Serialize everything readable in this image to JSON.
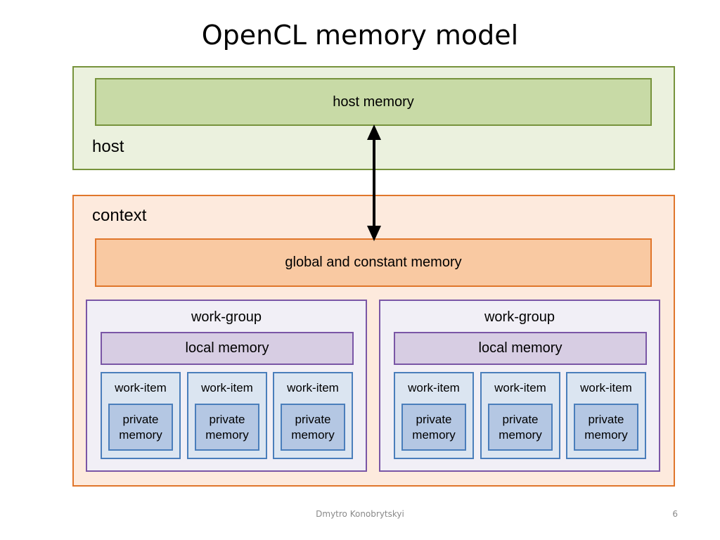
{
  "slide": {
    "title": "OpenCL memory model",
    "footer_author": "Dmytro Konobrytskyi",
    "page_number": "6"
  },
  "diagram": {
    "host": {
      "label": "host",
      "memory": "host memory"
    },
    "context": {
      "label": "context",
      "global_memory": "global and constant memory",
      "work_groups": [
        {
          "label": "work-group",
          "local_memory": "local memory",
          "work_items": [
            {
              "label": "work-item",
              "private_memory": "private\nmemory"
            },
            {
              "label": "work-item",
              "private_memory": "private\nmemory"
            },
            {
              "label": "work-item",
              "private_memory": "private\nmemory"
            }
          ]
        },
        {
          "label": "work-group",
          "local_memory": "local memory",
          "work_items": [
            {
              "label": "work-item",
              "private_memory": "private\nmemory"
            },
            {
              "label": "work-item",
              "private_memory": "private\nmemory"
            },
            {
              "label": "work-item",
              "private_memory": "private\nmemory"
            }
          ]
        }
      ]
    },
    "arrow": {
      "style": "double-headed",
      "connects": [
        "host memory",
        "global and constant memory"
      ]
    },
    "colors": {
      "host_fill": "#ebf1de",
      "host_memory_fill": "#c8daa6",
      "host_border": "#77933c",
      "context_fill": "#fdeadd",
      "global_memory_fill": "#f9c9a2",
      "context_border": "#e0762b",
      "work_group_fill": "#f1eff6",
      "local_memory_fill": "#d7cde3",
      "work_group_border": "#7a56a6",
      "work_item_fill": "#dbe5f1",
      "private_memory_fill": "#b4c7e3",
      "work_item_border": "#4a7ebb"
    }
  }
}
